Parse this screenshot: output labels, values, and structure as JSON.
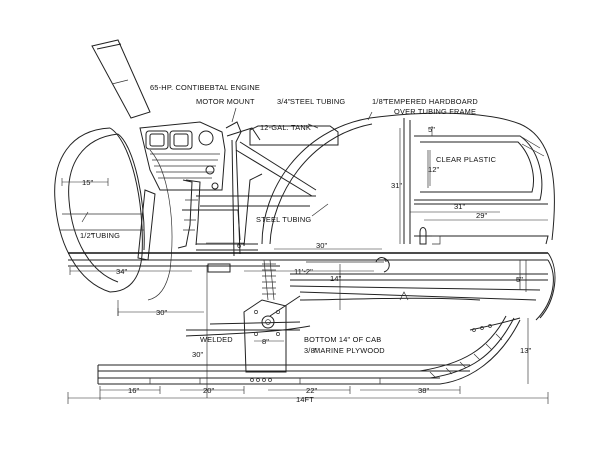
{
  "diagram": {
    "labels": {
      "engine": "65-HP. CONTIBEBTAL ENGINE",
      "motor_mount": "MOTOR MOUNT",
      "steel_tubing_top": "STEEL TUBING",
      "gas_tank": "12-GAL. TANK",
      "hardboard_line1": "TEMPERED HARDBOARD",
      "hardboard_line2": "OVER TUBING FRAME",
      "clear_plastic": "CLEAR PLASTIC",
      "steel_tubing_mid": "STEEL TUBING",
      "tubing_left": "TUBING",
      "welded": "WELDED",
      "bottom_cab": "BOTTOM 14\" OF CAB",
      "marine_plywood": "MARINE PLYWOOD"
    },
    "fractions": {
      "motor_mount": "3/4\"",
      "hardboard": "1/8\"",
      "tubing_left": "1/2\"",
      "marine_plywood": "3/8\""
    },
    "dimensions": {
      "d_15": "15\"",
      "d_5_top": "5\"",
      "d_31_vert": "31\"",
      "d_12": "12\"",
      "d_31_horiz": "31\"",
      "d_29": "29\"",
      "d_6": "6\"",
      "d_30_top": "30\"",
      "d_34": "34\"",
      "d_11_2": "11'-2\"",
      "d_14": "14\"",
      "d_5_right": "5\"",
      "d_30_left": "30\"",
      "d_8": "8\"",
      "d_30_vert": "30\"",
      "d_13": "13\"",
      "d_16": "16\"",
      "d_20": "20\"",
      "d_22": "22\"",
      "d_38": "38\"",
      "d_14ft": "14FT"
    }
  }
}
